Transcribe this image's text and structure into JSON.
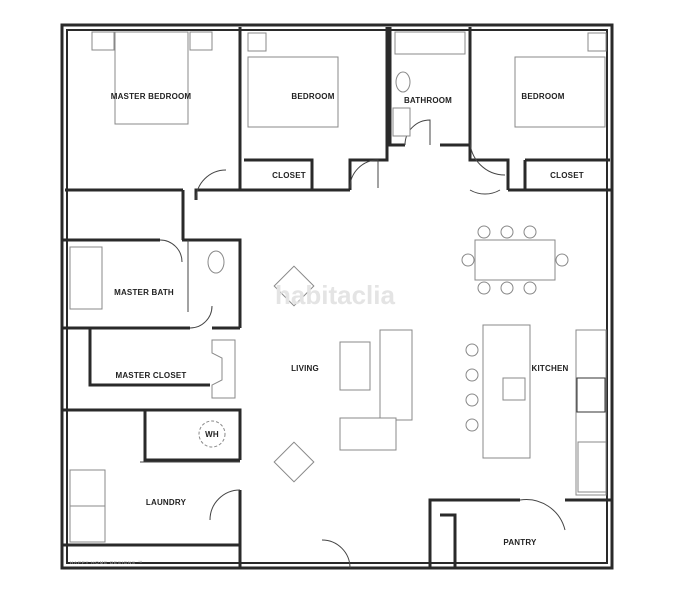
{
  "rooms": {
    "master_bedroom": "MASTER BEDROOM",
    "bedroom_1": "BEDROOM",
    "bathroom": "BATHROOM",
    "bedroom_2": "BEDROOM",
    "closet_1": "CLOSET",
    "closet_2": "CLOSET",
    "master_bath": "MASTER BATH",
    "master_closet": "MASTER CLOSET",
    "living": "LIVING",
    "kitchen": "KITCHEN",
    "water_heater": "WH",
    "laundry": "LAUNDRY",
    "pantry": "PANTRY"
  },
  "watermark": "habitaclia",
  "credit": "HAPPY HOME DESIGNS ™"
}
